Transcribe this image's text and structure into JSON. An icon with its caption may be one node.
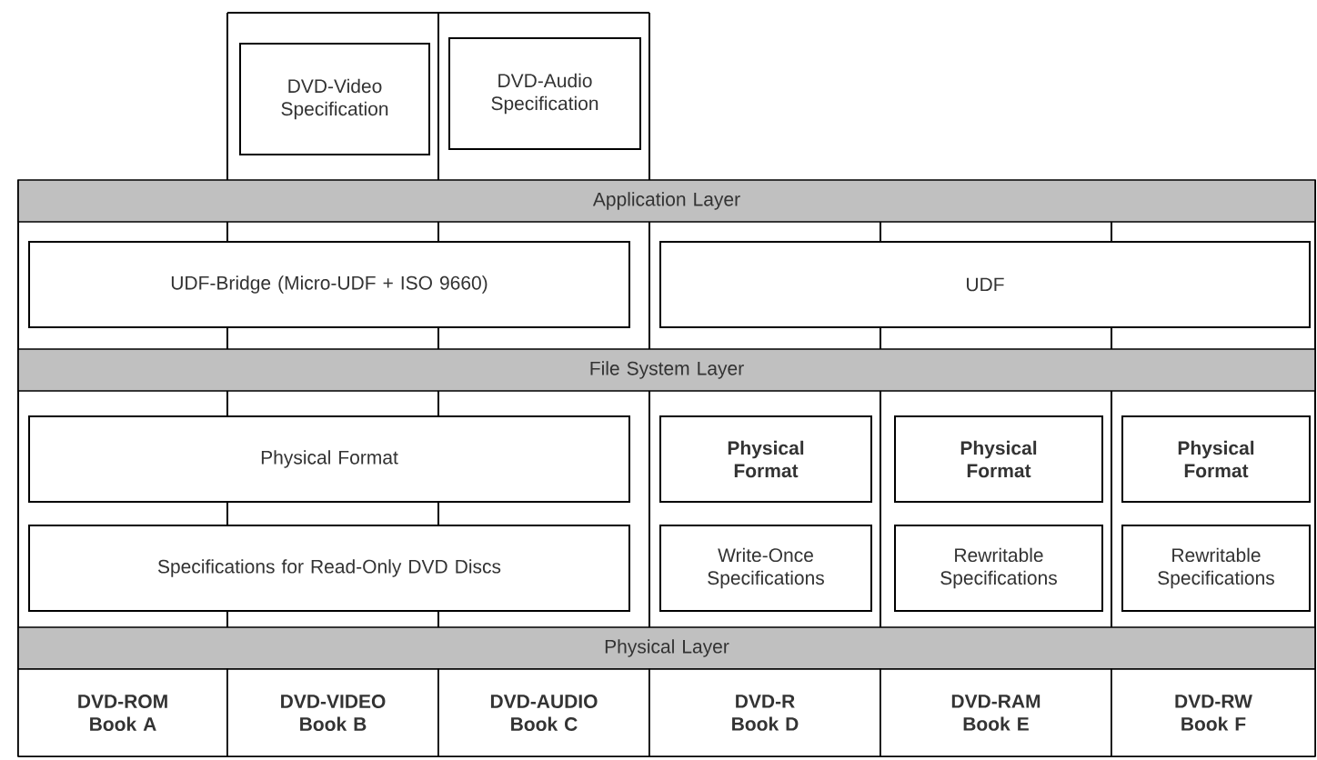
{
  "diagram": {
    "nodes": [
      {
        "text": [
          "DVD-Video Specification"
        ]
      },
      {
        "text": [
          "DVD-Audio Specification"
        ]
      },
      {
        "text": [
          "Application Layer"
        ]
      },
      {
        "text": [
          "UDF-Bridge (Micro-UDF + ISO 9660)"
        ]
      },
      {
        "text": [
          "UDF"
        ]
      },
      {
        "text": [
          "File System Layer"
        ]
      },
      {
        "text": [
          "Physical Format"
        ]
      },
      {
        "text": [
          "Physical Format"
        ]
      },
      {
        "text": [
          "Physical Format"
        ]
      },
      {
        "text": [
          "Physical Format"
        ]
      },
      {
        "text": [
          "Specifications for Read-Only DVD Discs"
        ]
      },
      {
        "text": [
          "Write-Once Specifications"
        ]
      },
      {
        "text": [
          "Rewritable Specifications"
        ]
      },
      {
        "text": [
          "Rewritable Specifications"
        ]
      },
      {
        "text": [
          "Physical Layer"
        ]
      },
      {
        "text": [
          "DVD-ROM Book A"
        ]
      },
      {
        "text": [
          "DVD-VIDEO Book B"
        ]
      },
      {
        "text": [
          "DVD-AUDIO Book C"
        ]
      },
      {
        "text": [
          "DVD-R Book D"
        ]
      },
      {
        "text": [
          "DVD-RAM Book E"
        ]
      },
      {
        "text": [
          "DVD-RW Book F"
        ]
      }
    ]
  }
}
